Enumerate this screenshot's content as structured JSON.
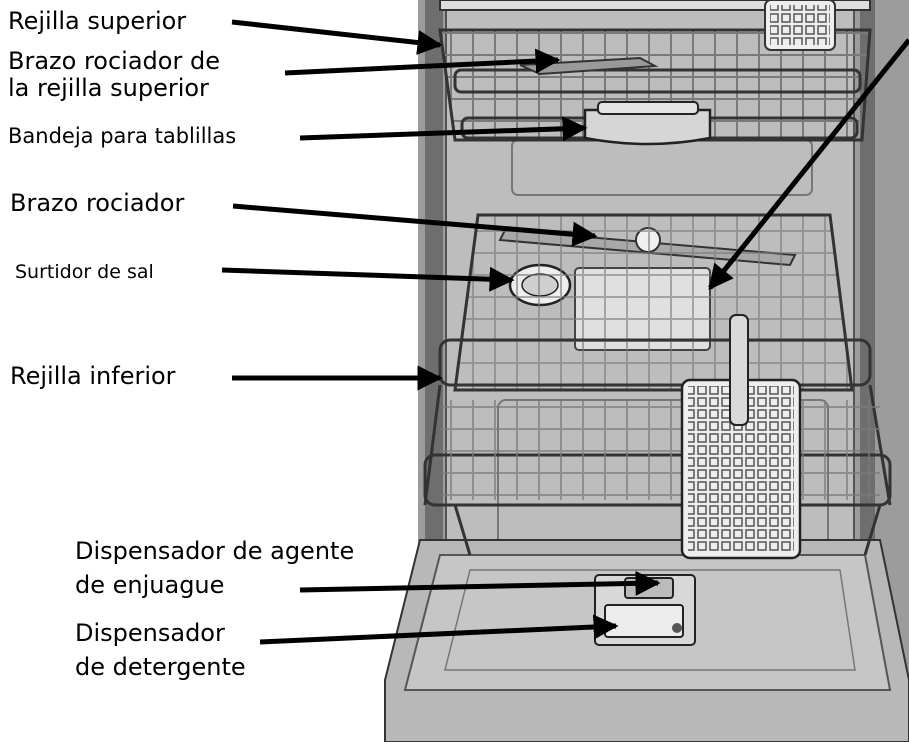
{
  "diagram": {
    "labels": {
      "top_rack": "Rejilla superior",
      "top_spray_arm_line1": "Brazo rociador de",
      "top_spray_arm_line2": "la rejilla superior",
      "tablet_tray": "Bandeja para tablillas",
      "spray_arm": "Brazo rociador",
      "salt_dispenser": "Surtidor de sal",
      "bottom_rack": "Rejilla inferior",
      "rinse_dispenser_line1": "Dispensador de agente",
      "rinse_dispenser_line2": "de enjuague",
      "detergent_dispenser_line1": "Dispensador",
      "detergent_dispenser_line2": "de detergente"
    }
  }
}
